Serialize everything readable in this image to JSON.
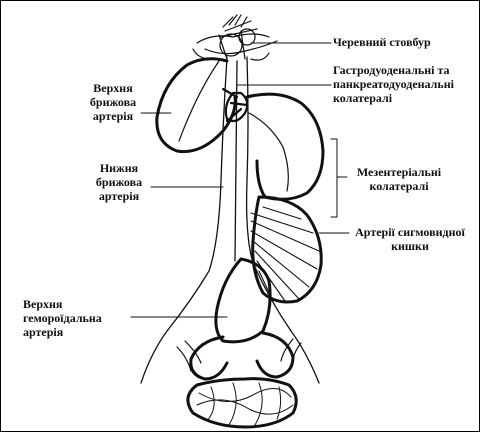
{
  "labels": {
    "celiac_trunk": "Черевний стовбур",
    "gastroduodenal_line1": "Гастродуоденальні та",
    "gastroduodenal_line2": "панкреатодуоденальні",
    "gastroduodenal_line3": "колатералі",
    "superior_mesenteric_line1": "Верхня",
    "superior_mesenteric_line2": "брижова",
    "superior_mesenteric_line3": "артерія",
    "inferior_mesenteric_line1": "Нижня",
    "inferior_mesenteric_line2": "брижова",
    "inferior_mesenteric_line3": "артерія",
    "mesenteric_collaterals_line1": "Мезентеріальні",
    "mesenteric_collaterals_line2": "колатералі",
    "sigmoid_arteries_line1": "Артерії сигмовидної",
    "sigmoid_arteries_line2": "кишки",
    "superior_hemorrhoidal_line1": "Верхня",
    "superior_hemorrhoidal_line2": "гемороїдальна",
    "superior_hemorrhoidal_line3": "артерія"
  },
  "colors": {
    "stroke": "#111111",
    "background": "#ffffff",
    "border": "#000000"
  }
}
